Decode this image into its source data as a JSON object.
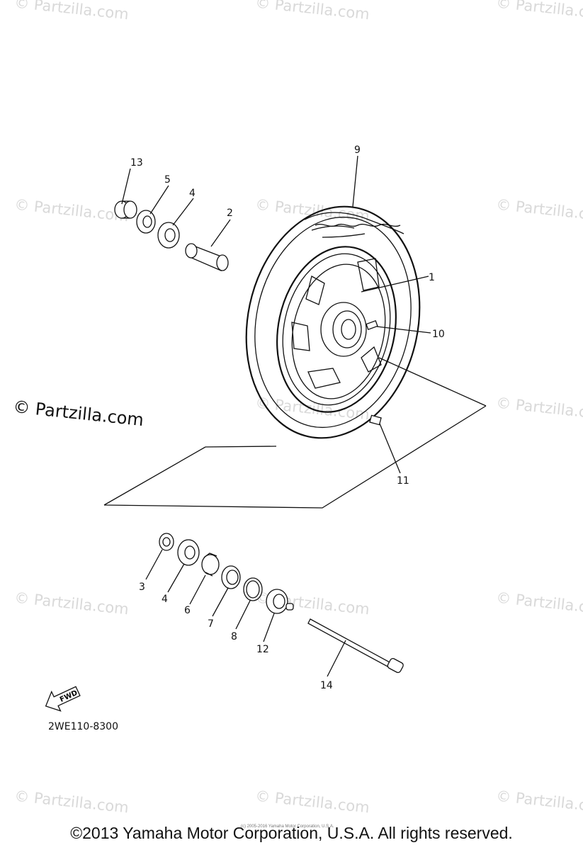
{
  "watermark": "© Partzilla.com",
  "watermark_main": "© Partzilla.com",
  "callouts": [
    "13",
    "5",
    "4",
    "2",
    "9",
    "1",
    "10",
    "11",
    "3",
    "4",
    "6",
    "7",
    "8",
    "12",
    "14"
  ],
  "fwd_label": "FWD",
  "diagram_code": "2WE110-8300",
  "small_credit": "(c) 2005-2016 Yamaha Motor Corporation, U.S.A.",
  "copyright": "©2013 Yamaha Motor Corporation, U.S.A. All rights reserved."
}
